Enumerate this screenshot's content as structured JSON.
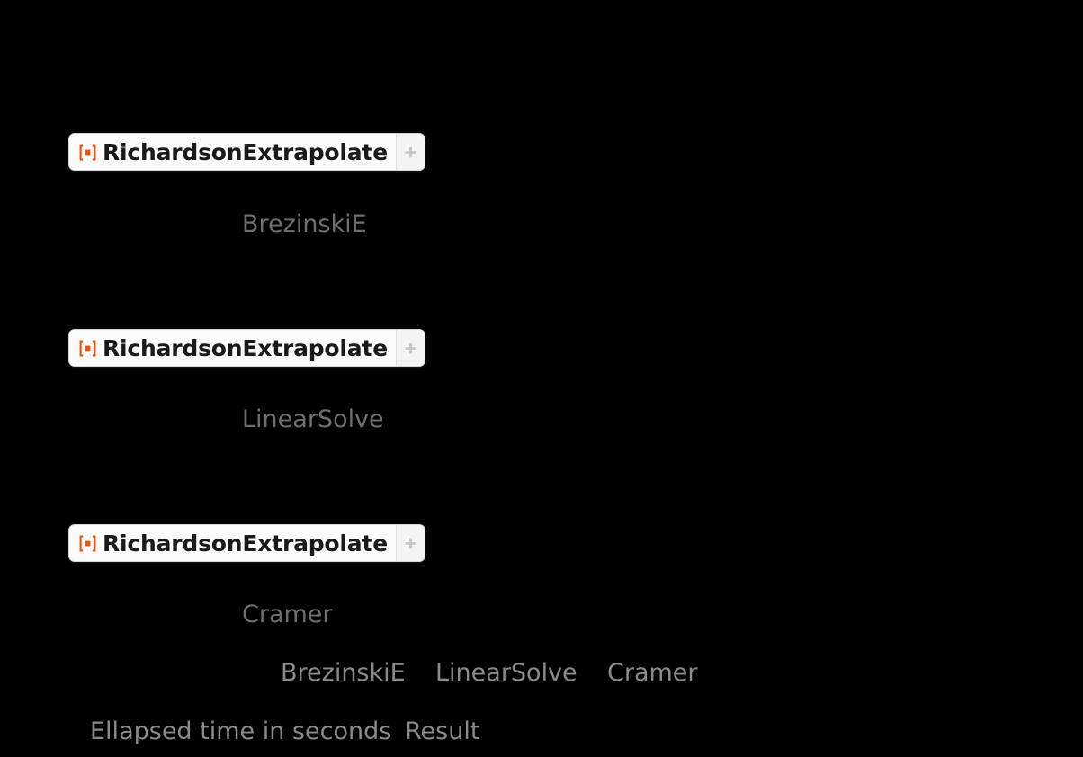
{
  "background": "#000000",
  "accent": "#e8530e",
  "label_color": "#6e6e6e",
  "header_color": "#8a8a8a",
  "tokens": [
    {
      "name": "RichardsonExtrapolate",
      "icon": "resource-function-icon",
      "add_icon": "plus-icon",
      "method_label": "BrezinskiE"
    },
    {
      "name": "RichardsonExtrapolate",
      "icon": "resource-function-icon",
      "add_icon": "plus-icon",
      "method_label": "LinearSolve"
    },
    {
      "name": "RichardsonExtrapolate",
      "icon": "resource-function-icon",
      "add_icon": "plus-icon",
      "method_label": "Cramer"
    }
  ],
  "column_headers": [
    "BrezinskiE",
    "LinearSolve",
    "Cramer"
  ],
  "row_headers": [
    "Ellapsed time in seconds",
    "Result"
  ]
}
